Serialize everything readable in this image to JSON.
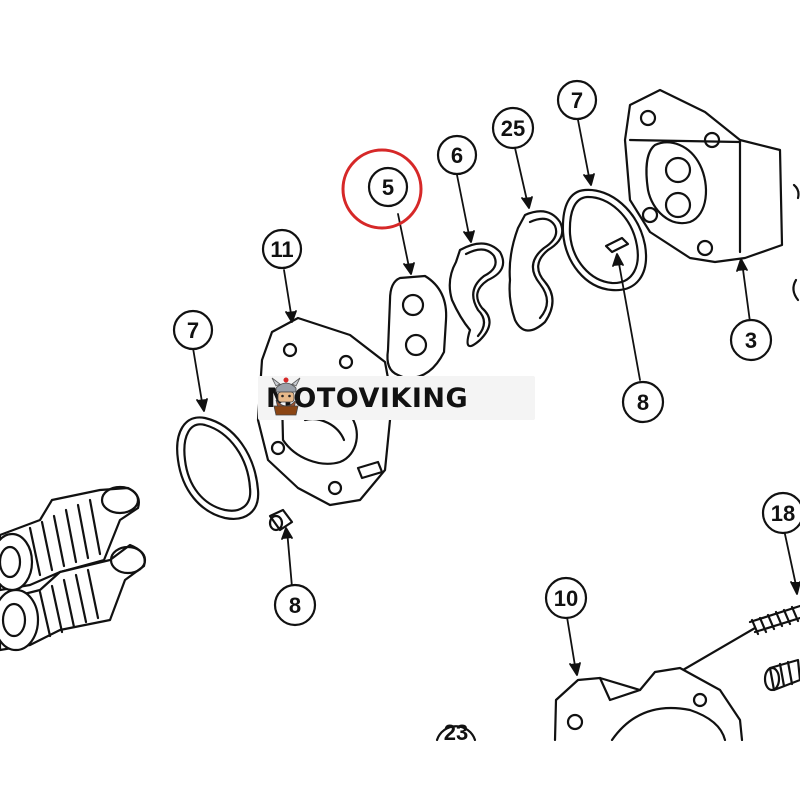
{
  "callouts": {
    "c11": "11",
    "c5": "5",
    "c6": "6",
    "c25": "25",
    "c7_top": "7",
    "c7_left": "7",
    "c3": "3",
    "c8_right": "8",
    "c8_bottom": "8",
    "c18": "18",
    "c10": "10",
    "c23": "23"
  },
  "highlight": {
    "label": "5",
    "color": "#d62828"
  },
  "watermark": {
    "text": "MOTOVIKING",
    "logo_icon": "viking-mascot-icon"
  }
}
